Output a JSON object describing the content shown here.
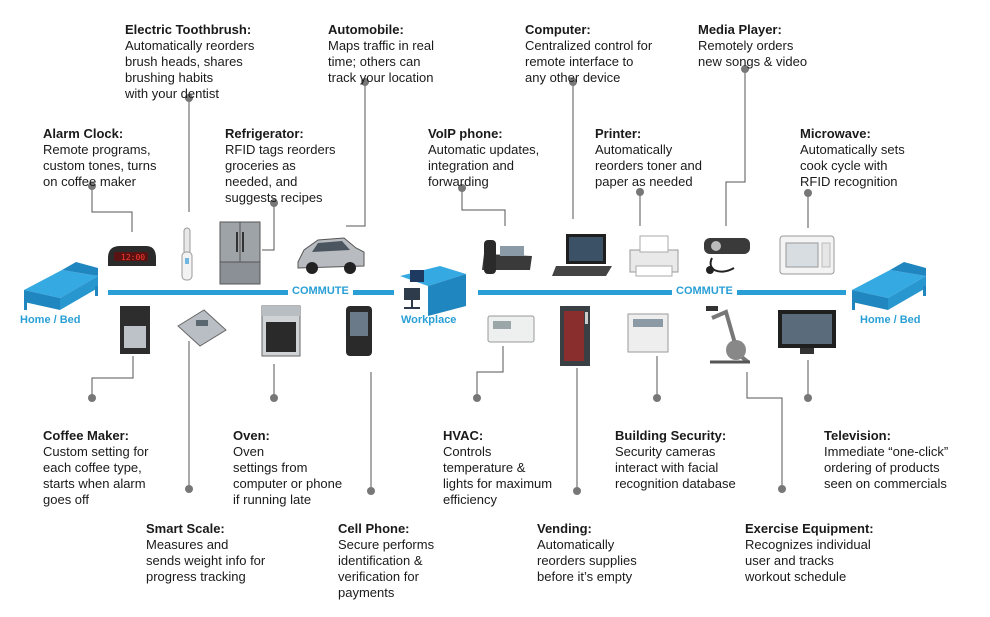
{
  "timeline": {
    "home_left": "Home / Bed",
    "workplace": "Workplace",
    "home_right": "Home / Bed",
    "commute_1": "COMMUTE",
    "commute_2": "COMMUTE",
    "colors": {
      "accent": "#2a9fd6",
      "leader": "#555555",
      "dot": "#777777"
    }
  },
  "callouts_top": [
    {
      "title": "Alarm Clock:",
      "desc": "Remote programs,\ncustom tones, turns\non coffee maker"
    },
    {
      "title": "Electric Toothbrush:",
      "desc": "Automatically reorders\nbrush heads, shares\nbrushing habits\nwith your dentist"
    },
    {
      "title": "Refrigerator:",
      "desc": "RFID tags reorders\ngroceries as\nneeded, and\nsuggests recipes"
    },
    {
      "title": "Automobile:",
      "desc": "Maps traffic in real\ntime; others can\ntrack your location"
    },
    {
      "title": "VoIP phone:",
      "desc": "Automatic updates,\nintegration and\nforwarding"
    },
    {
      "title": "Computer:",
      "desc": "Centralized control for\nremote interface to\nany other device"
    },
    {
      "title": "Printer:",
      "desc": "Automatically\nreorders toner and\npaper as needed"
    },
    {
      "title": "Media Player:",
      "desc": "Remotely orders\nnew songs & video"
    },
    {
      "title": "Microwave:",
      "desc": "Automatically sets\ncook cycle with\nRFID recognition"
    }
  ],
  "callouts_bottom": [
    {
      "title": "Coffee Maker:",
      "desc": "Custom setting for\neach coffee type,\nstarts when alarm\ngoes off"
    },
    {
      "title": "Smart Scale:",
      "desc": "Measures and\nsends weight info for\nprogress tracking"
    },
    {
      "title": "Oven:",
      "desc": "Oven\nsettings from\ncomputer or phone\nif running late"
    },
    {
      "title": "Cell Phone:",
      "desc": "Secure performs\nidentification &\nverification for\npayments"
    },
    {
      "title": "HVAC:",
      "desc": "Controls\ntemperature &\nlights for maximum\nefficiency"
    },
    {
      "title": "Vending:",
      "desc": "Automatically\nreorders supplies\nbefore it’s empty"
    },
    {
      "title": "Building Security:",
      "desc": "Security cameras\ninteract with facial\nrecognition database"
    },
    {
      "title": "Exercise Equipment:",
      "desc": "Recognizes individual\nuser and tracks\nworkout schedule"
    },
    {
      "title": "Television:",
      "desc": "Immediate “one-click”\nordering of products\nseen on commercials"
    }
  ]
}
